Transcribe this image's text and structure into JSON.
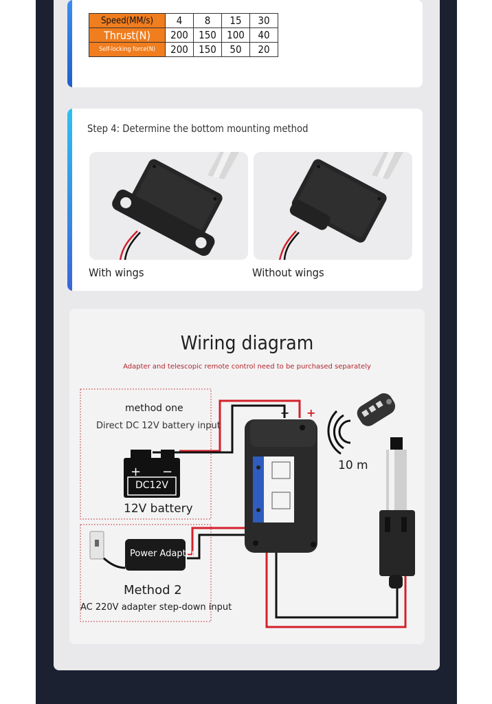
{
  "spec_table": {
    "rows": [
      {
        "label": "Speed(MM/s)",
        "values": [
          "4",
          "8",
          "15",
          "30"
        ]
      },
      {
        "label": "Thrust(N)",
        "values": [
          "200",
          "150",
          "100",
          "40"
        ]
      },
      {
        "label": "Self-locking force(N)",
        "values": [
          "200",
          "150",
          "50",
          "20"
        ]
      }
    ]
  },
  "step4": {
    "title": "Step 4: Determine the bottom mounting method",
    "option1": "With wings",
    "option2": "Without wings"
  },
  "wiring": {
    "title": "Wiring diagram",
    "note": "Adapter and telescopic remote control need to be purchased separately",
    "method1_title": "method one",
    "method1_desc": "Direct DC 12V battery input",
    "battery_label": "DC12V",
    "battery_caption": "12V battery",
    "adapter_label": "Power Adapter",
    "method2_title": "Method 2",
    "method2_desc": "AC 220V adapter step-down input",
    "range": "10 m",
    "minus": "−",
    "plus": "+"
  },
  "colors": {
    "accent_blue": "#1f6fd6",
    "orange": "#f07d1e",
    "wire_red": "#d3202a",
    "note_red": "#b3262c"
  }
}
